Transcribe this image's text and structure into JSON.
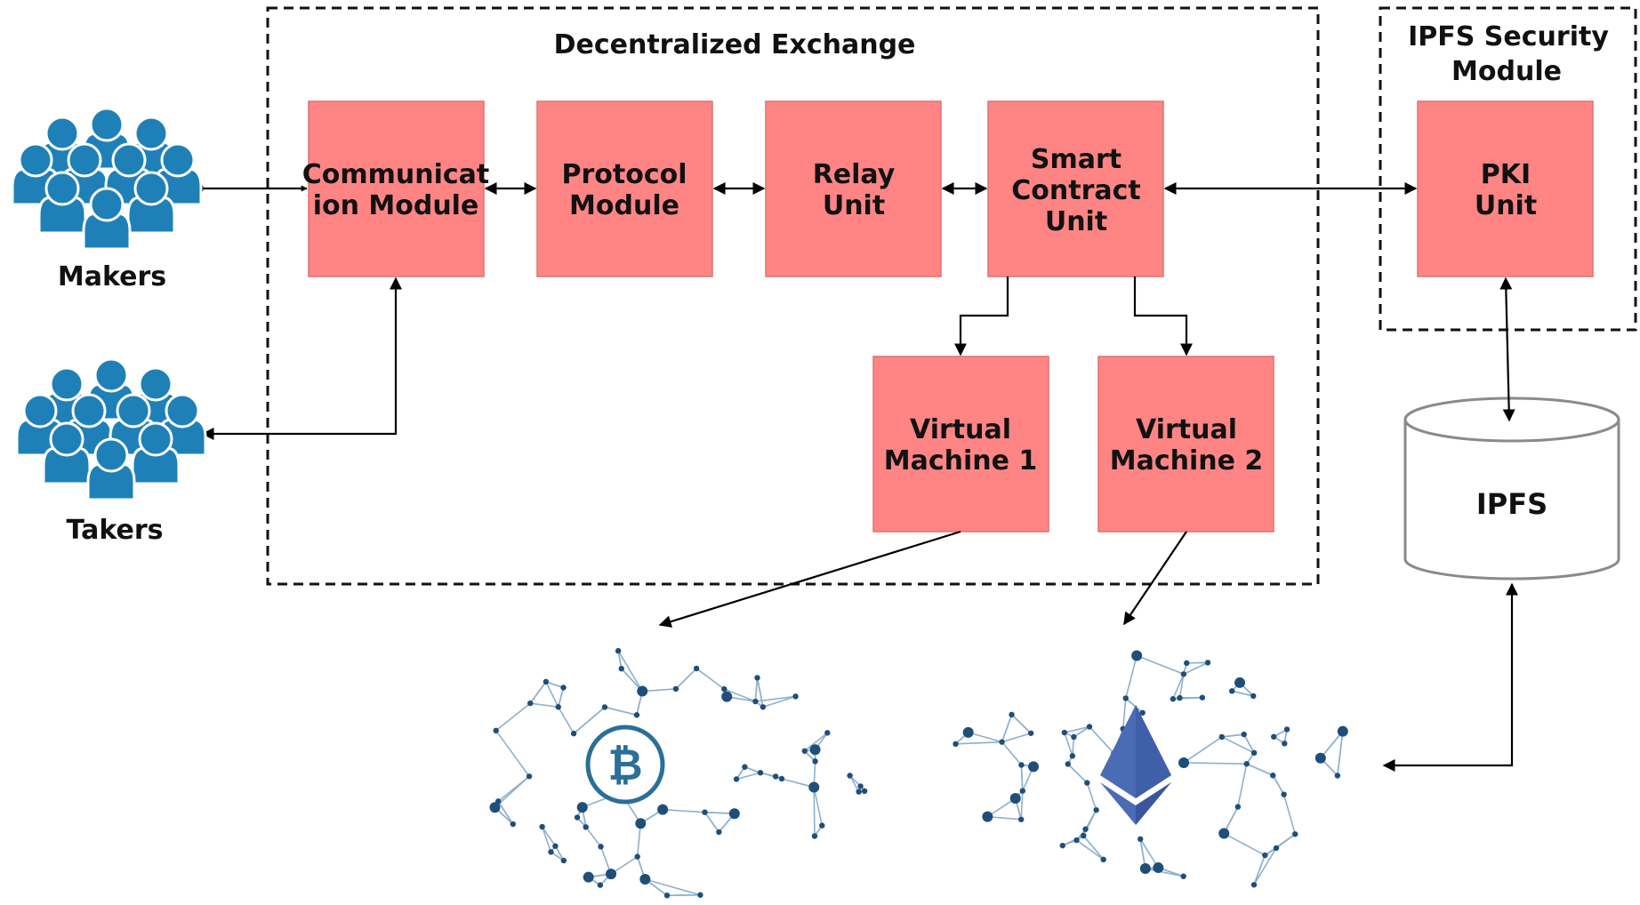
{
  "diagram": {
    "groups": {
      "dex": {
        "title": "Decentralized Exchange"
      },
      "ipfs_security": {
        "title_lines": [
          "IPFS Security",
          "Module"
        ]
      }
    },
    "actors": {
      "makers": {
        "label": "Makers"
      },
      "takers": {
        "label": "Takers"
      }
    },
    "blocks": {
      "communication": {
        "lines": [
          "Communicat",
          "ion Module"
        ]
      },
      "protocol": {
        "lines": [
          "Protocol",
          "Module"
        ]
      },
      "relay": {
        "lines": [
          "Relay",
          "Unit"
        ]
      },
      "smart_contract": {
        "lines": [
          "Smart",
          "Contract",
          "Unit"
        ]
      },
      "vm1": {
        "lines": [
          "Virtual",
          "Machine 1"
        ]
      },
      "vm2": {
        "lines": [
          "Virtual",
          "Machine 2"
        ]
      },
      "pki": {
        "lines": [
          "PKI",
          "Unit"
        ]
      }
    },
    "storage": {
      "label": "IPFS"
    },
    "networks": {
      "bitcoin": {
        "icon": "bitcoin-icon"
      },
      "ethereum": {
        "icon": "ethereum-icon"
      }
    },
    "colors": {
      "block_fill": "#FF8585",
      "block_stroke": "#E07070",
      "people": "#1F80B8",
      "network_node": "#1F4E79",
      "network_line": "#8FB0CC",
      "bitcoin": "#2A6F97",
      "ethereum": "#3F5FA8"
    }
  }
}
